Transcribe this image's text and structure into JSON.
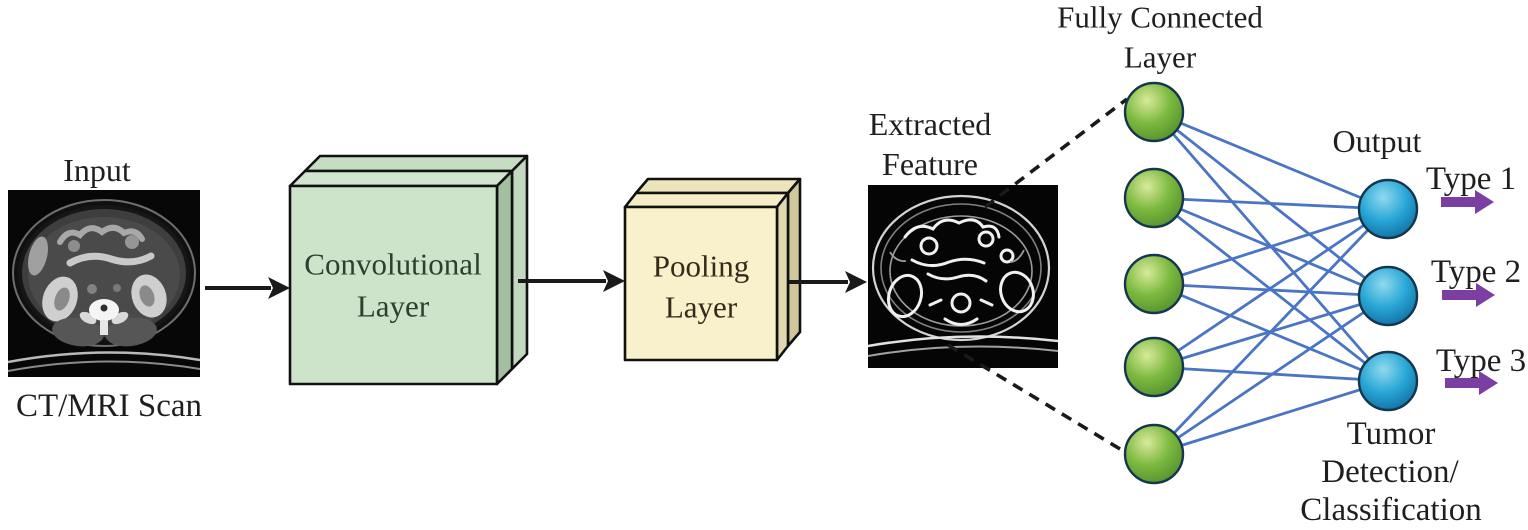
{
  "figure": {
    "description": "CNN pipeline for tumor detection from CT/MRI scans"
  },
  "pipeline": {
    "input": {
      "title": "Input",
      "caption": "CT/MRI Scan"
    },
    "conv": {
      "label_line1": "Convolutional",
      "label_line2": "Layer"
    },
    "pool": {
      "label_line1": "Pooling",
      "label_line2": "Layer"
    },
    "feature": {
      "label_line1": "Extracted",
      "label_line2": "Feature"
    },
    "fc": {
      "label_line1": "Fully Connected",
      "label_line2": "Layer",
      "neuron_count": 5
    },
    "output": {
      "label": "Output",
      "neuron_count": 3,
      "types": [
        "Type 1",
        "Type 2",
        "Type 3"
      ],
      "result_line1": "Tumor",
      "result_line2": "Detection/",
      "result_line3": "Classification"
    }
  },
  "colors": {
    "text": "#1f1f1f",
    "conv_front": "#cde3ca",
    "conv_side": "#a2bfa0",
    "conv_back_side": "#c2d8bf",
    "conv_text": "#2b402e",
    "pool_front": "#f8f1cb",
    "pool_side": "#e0d8ae",
    "pool_back_side": "#cfc69c",
    "pool_text": "#352a1c",
    "neuron_green": "#7cb93f",
    "neuron_green_light": "#d8ea9b",
    "neuron_green_dark": "#4f8c2b",
    "neuron_blue": "#27a6d5",
    "neuron_blue_light": "#90daef",
    "neuron_blue_dark": "#0b5d92",
    "neuron_border": "#16354f",
    "link_blue": "#4a74c4",
    "arrow_black": "#1a1a1a",
    "arrow_purple": "#7b3fa2"
  }
}
